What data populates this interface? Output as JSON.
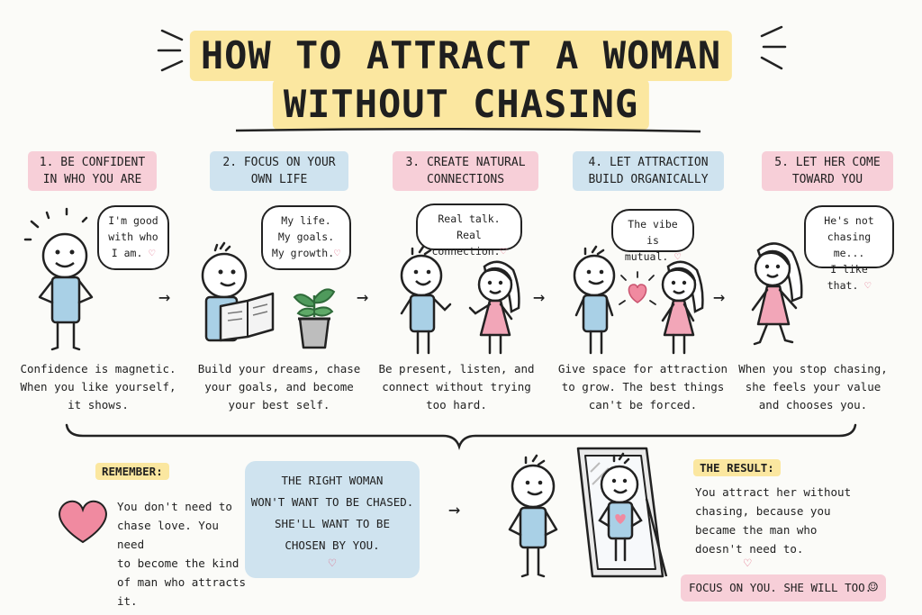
{
  "title": {
    "line1": "HOW TO ATTRACT A WOMAN",
    "line2": "WITHOUT CHASING"
  },
  "steps": [
    {
      "label_line1": "1. BE CONFIDENT",
      "label_line2": "IN WHO YOU ARE",
      "bubble": [
        "I'm good",
        "with who",
        "I am."
      ],
      "caption": [
        "Confidence is magnetic.",
        "When you like yourself,",
        "it shows."
      ]
    },
    {
      "label_line1": "2. FOCUS ON YOUR",
      "label_line2": "OWN LIFE",
      "bubble": [
        "My life.",
        "My goals.",
        "My growth."
      ],
      "caption": [
        "Build your dreams, chase",
        "your goals, and become",
        "your best self."
      ]
    },
    {
      "label_line1": "3. CREATE NATURAL",
      "label_line2": "CONNECTIONS",
      "bubble": [
        "Real talk.",
        "Real connection."
      ],
      "caption": [
        "Be present, listen, and",
        "connect without trying",
        "too hard."
      ]
    },
    {
      "label_line1": "4. LET ATTRACTION",
      "label_line2": "BUILD ORGANICALLY",
      "bubble": [
        "The vibe is",
        "mutual."
      ],
      "caption": [
        "Give space for attraction",
        "to grow. The best things",
        "can't be forced."
      ]
    },
    {
      "label_line1": "5. LET HER COME",
      "label_line2": "TOWARD YOU",
      "bubble": [
        "He's not",
        "chasing me...",
        "I like that."
      ],
      "caption": [
        "When you stop chasing,",
        "she feels your value",
        "and chooses you."
      ]
    }
  ],
  "remember": {
    "label": "REMEMBER:",
    "text": [
      "You don't need to",
      "chase love. You need",
      "to become the kind",
      "of man who attracts it."
    ]
  },
  "quote": {
    "lines": [
      "THE RIGHT WOMAN",
      "WON'T WANT TO BE CHASED.",
      "SHE'LL WANT TO BE",
      "CHOSEN BY YOU."
    ]
  },
  "result": {
    "label": "THE RESULT:",
    "text": [
      "You attract her without",
      "chasing, because you",
      "became the man who",
      "doesn't need to."
    ],
    "footer": "FOCUS ON YOU. SHE WILL TOO."
  },
  "icons": {
    "heart": "heart-icon",
    "smiley": "smiley-icon",
    "arrow": "arrow-right-icon",
    "plant": "plant-icon",
    "mirror": "mirror-icon"
  },
  "colors": {
    "yellow": "#fbe7a0",
    "pink": "#f7cfd8",
    "blue": "#cfe3ef",
    "heart": "#f08aa0"
  }
}
